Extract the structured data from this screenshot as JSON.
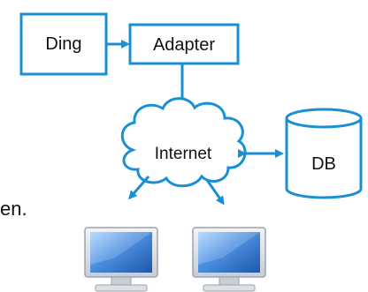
{
  "nodes": {
    "ding": "Ding",
    "adapter": "Adapter",
    "internet": "Internet",
    "db": "DB"
  },
  "fragment_text": "en.",
  "icons": {
    "computer_left": "desktop-computer-icon",
    "computer_right": "desktop-computer-icon"
  },
  "colors": {
    "stroke": "#1a8fd6",
    "monitor_screen_top": "#8cc0ef",
    "monitor_screen_bottom": "#1f5fb3",
    "monitor_frame": "#d9dde2"
  }
}
